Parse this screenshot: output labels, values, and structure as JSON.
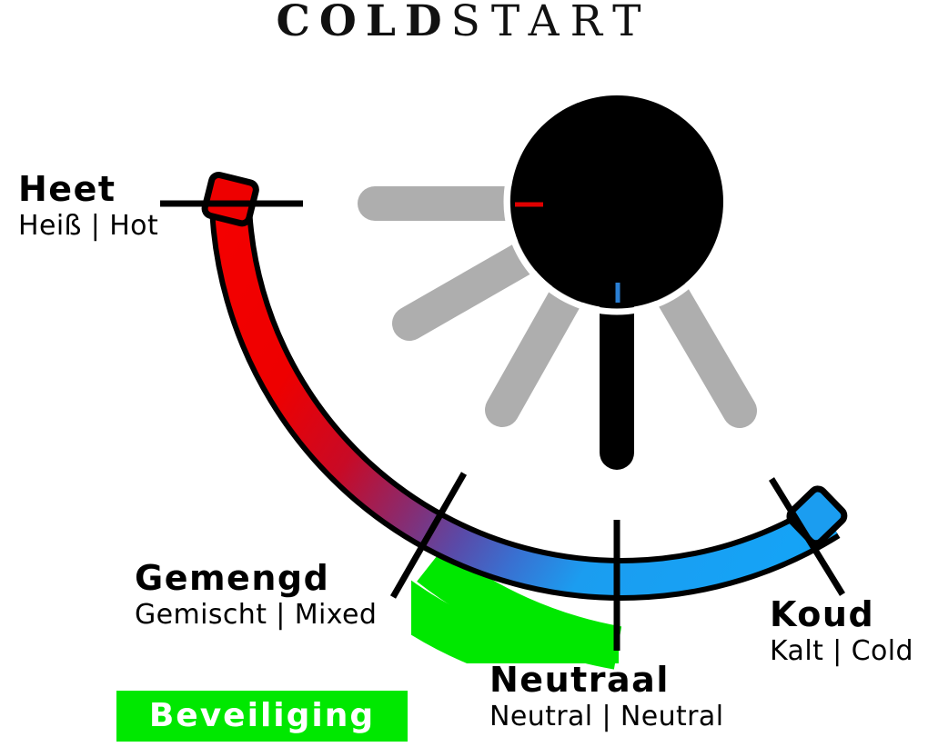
{
  "title": {
    "bold_part": "COLD",
    "thin_part": "START"
  },
  "labels": {
    "heet": {
      "main": "Heet",
      "sub": "Heiß | Hot"
    },
    "gemengd": {
      "main": "Gemengd",
      "sub": "Gemischt | Mixed"
    },
    "neutraal": {
      "main": "Neutraal",
      "sub": "Neutral | Neutral"
    },
    "koud": {
      "main": "Koud",
      "sub": "Kalt | Cold"
    }
  },
  "badge": {
    "text": "Beveiliging"
  },
  "colors": {
    "hot": "#ee0000",
    "mixed": "#5a4aa8",
    "cold": "#1b9df0",
    "safety_green": "#00e800",
    "handle_inactive": "#aeaeae",
    "handle_active": "#000000",
    "knob": "#000000",
    "tick_red": "#e00000",
    "tick_blue": "#2a7fd4",
    "outline": "#000000",
    "background": "#ffffff"
  },
  "chart_data": {
    "type": "gauge",
    "title": "COLD START",
    "description": "Temperature range arc of a mixer tap from Hot to Cold with a safety zone.",
    "arc": {
      "center": [
        678,
        222
      ],
      "radius": 430,
      "start_angle_deg": 195,
      "end_angle_deg": 15,
      "band_width": 36
    },
    "stops": [
      {
        "position": 0.0,
        "label": "Heet",
        "color": "#ee0000"
      },
      {
        "position": 0.46,
        "label": "Gemengd",
        "color": "#5a4aa8"
      },
      {
        "position": 0.72,
        "label": "Neutraal",
        "color": "#1b9df0"
      },
      {
        "position": 1.0,
        "label": "Koud",
        "color": "#1b9df0"
      }
    ],
    "safety_band": {
      "label": "Beveiliging",
      "color": "#00e800",
      "from_label": "Gemengd",
      "to_label": "Neutraal"
    },
    "handles": {
      "count": 5,
      "active_index": 3,
      "active_direction_deg": 90,
      "inactive_directions_deg": [
        180,
        144,
        112,
        62
      ],
      "active_color": "#000000",
      "inactive_color": "#aeaeae"
    },
    "knob_markers": [
      {
        "name": "hot-marker",
        "side": "left",
        "color": "#e00000"
      },
      {
        "name": "cold-marker",
        "side": "bottom",
        "color": "#2a7fd4"
      }
    ]
  }
}
